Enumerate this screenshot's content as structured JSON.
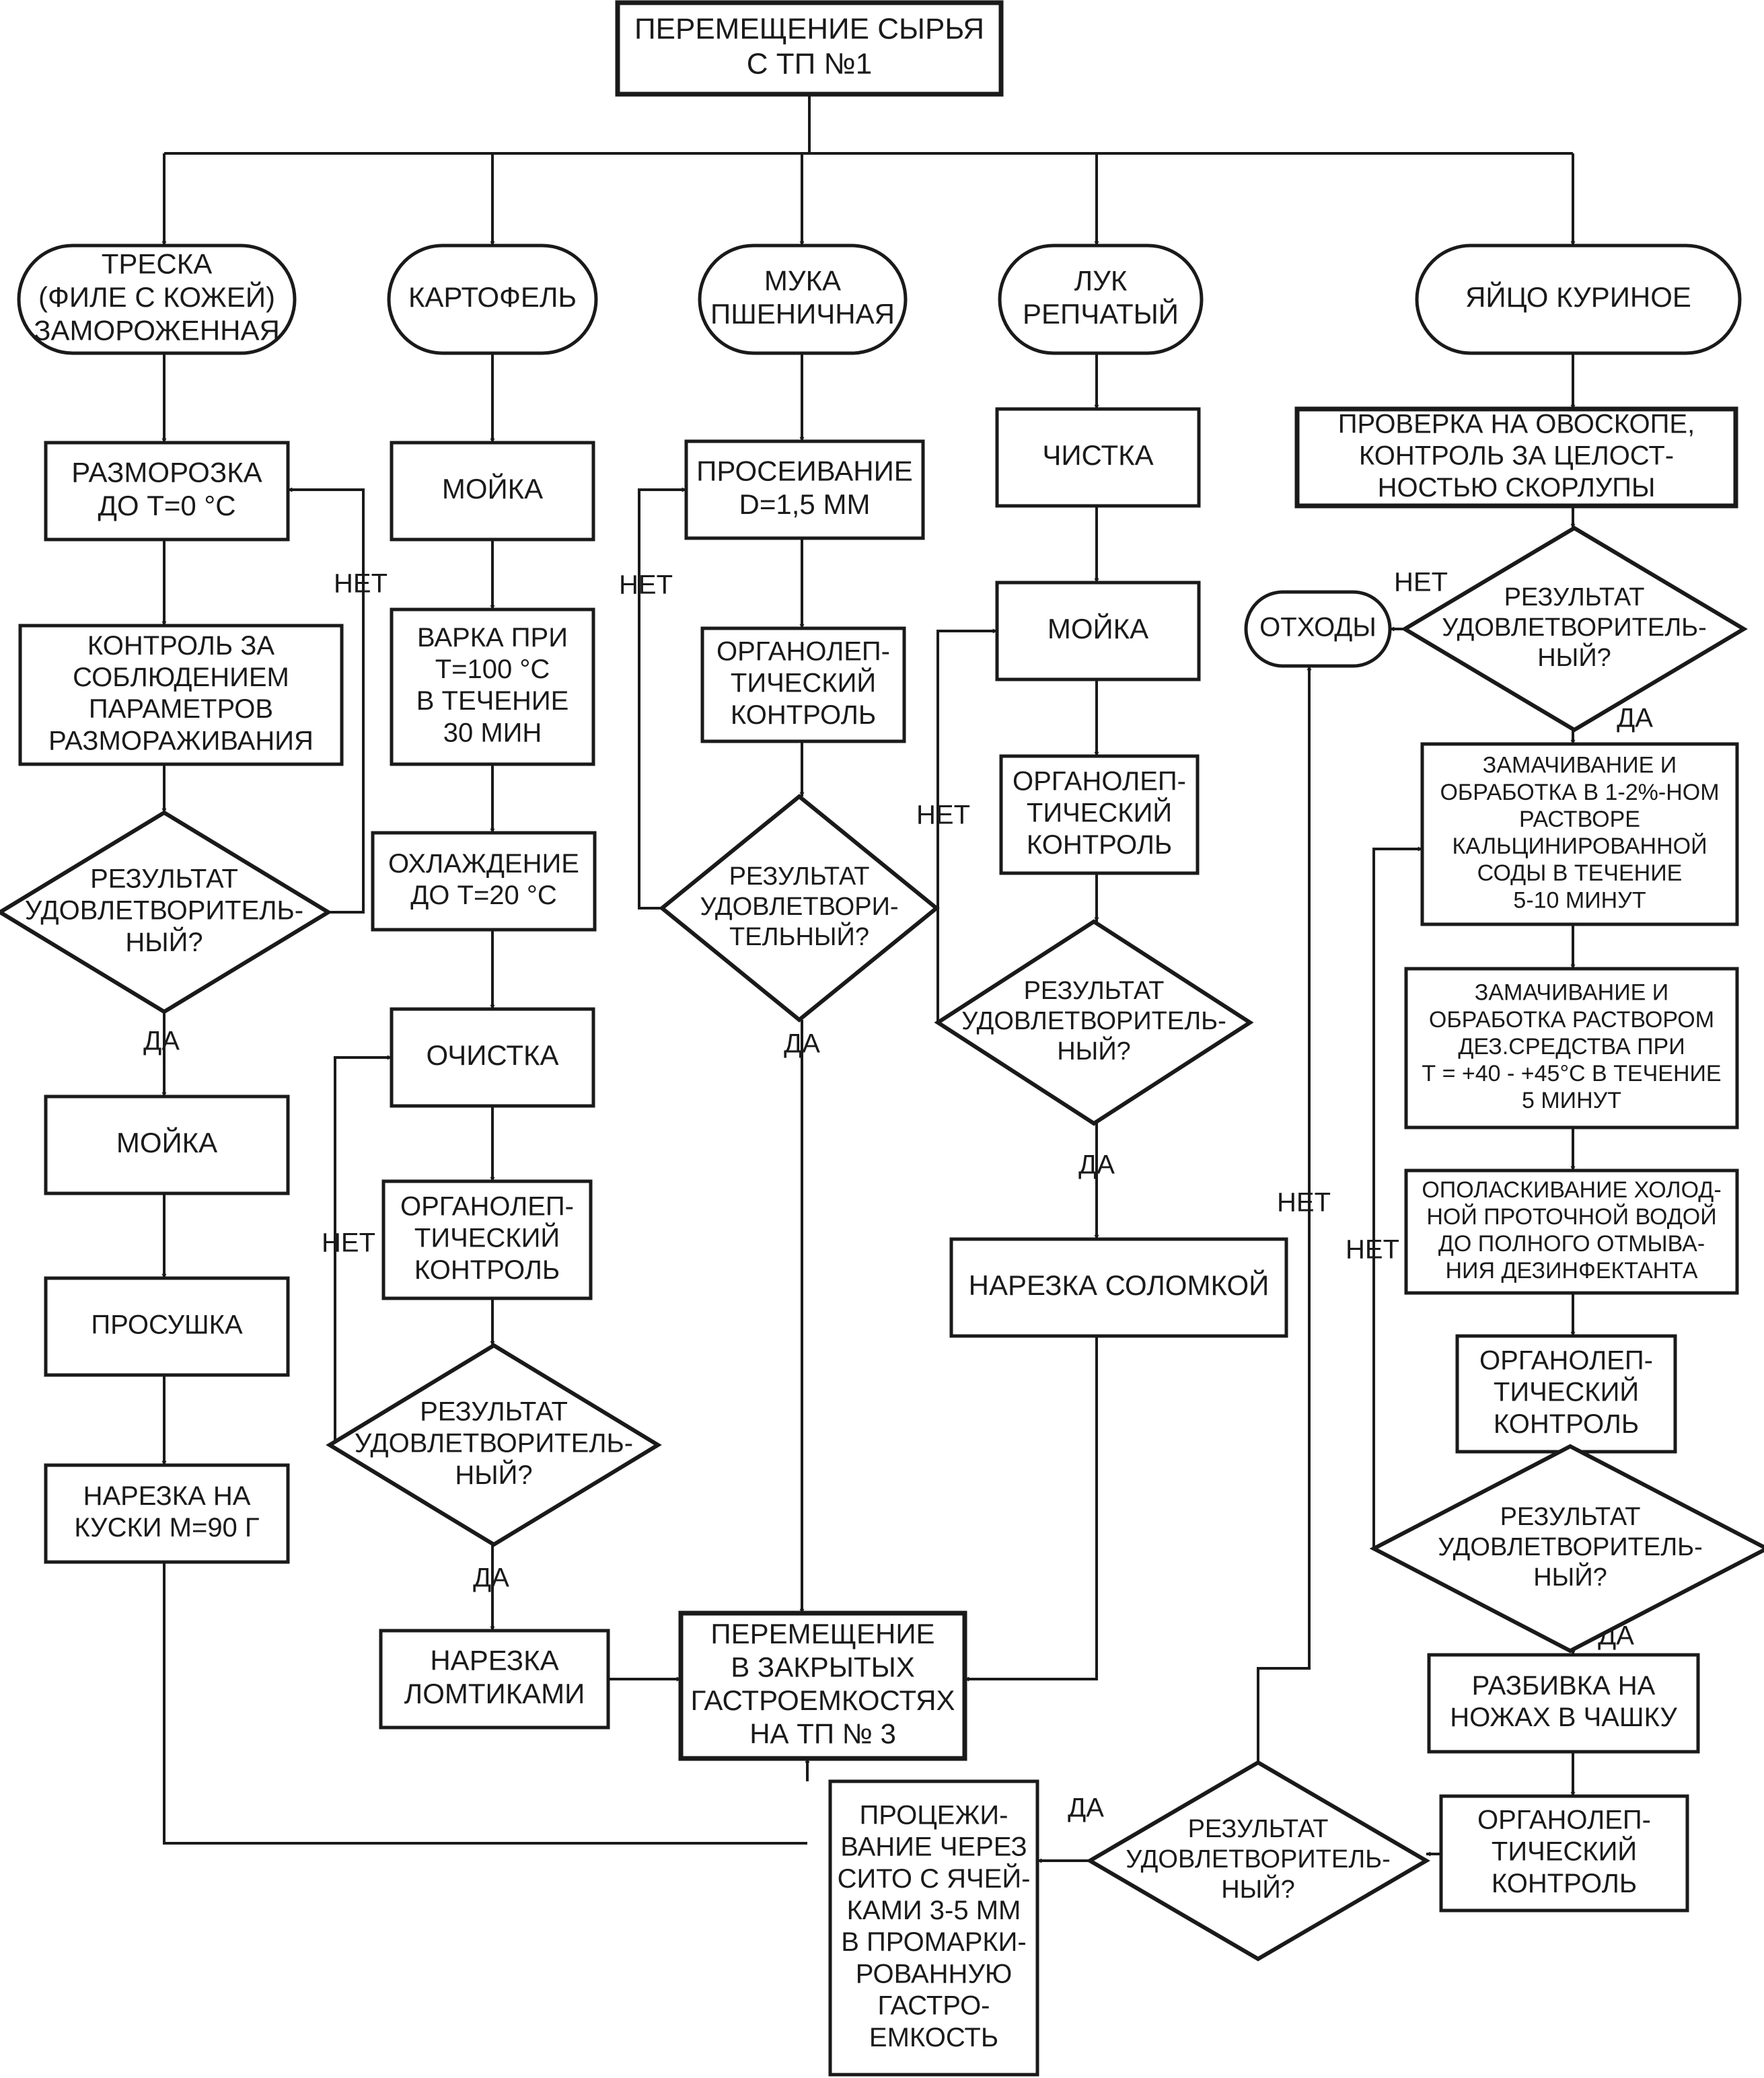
{
  "nodes": {
    "start": [
      "ПЕРЕМЕЩЕНИЕ СЫРЬЯ",
      "С ТП №1"
    ],
    "cod": [
      "ТРЕСКА",
      "(ФИЛЕ С КОЖЕЙ)",
      "ЗАМОРОЖЕННАЯ"
    ],
    "potato": [
      "КАРТОФЕЛЬ"
    ],
    "flour": [
      "МУКА",
      "ПШЕНИЧНАЯ"
    ],
    "onion": [
      "ЛУК",
      "РЕПЧАТЫЙ"
    ],
    "egg": [
      "ЯЙЦО КУРИНОЕ"
    ],
    "defrost": [
      "РАЗМОРОЗКА",
      "ДО Т=0 °С"
    ],
    "defrost_control": [
      "КОНТРОЛЬ ЗА",
      "СОБЛЮДЕНИЕМ",
      "ПАРАМЕТРОВ",
      "РАЗМОРАЖИВАНИЯ"
    ],
    "cod_check": [
      "РЕЗУЛЬТАТ",
      "УДОВЛЕТВОРИТЕЛЬ-",
      "НЫЙ?"
    ],
    "cod_wash": [
      "МОЙКА"
    ],
    "cod_dry": [
      "ПРОСУШКА"
    ],
    "cod_cut": [
      "НАРЕЗКА НА",
      "КУСКИ М=90 Г"
    ],
    "potato_wash": [
      "МОЙКА"
    ],
    "potato_boil": [
      "ВАРКА ПРИ",
      "Т=100 °С",
      "В ТЕЧЕНИЕ",
      "30 МИН"
    ],
    "potato_cool": [
      "ОХЛАЖДЕНИЕ",
      "ДО Т=20 °С"
    ],
    "potato_peel": [
      "ОЧИСТКА"
    ],
    "potato_org": [
      "ОРГАНОЛЕП-",
      "ТИЧЕСКИЙ",
      "КОНТРОЛЬ"
    ],
    "potato_check": [
      "РЕЗУЛЬТАТ",
      "УДОВЛЕТВОРИТЕЛЬ-",
      "НЫЙ?"
    ],
    "potato_slice": [
      "НАРЕЗКА",
      "ЛОМТИКАМИ"
    ],
    "flour_sift": [
      "ПРОСЕИВАНИЕ",
      "D=1,5 ММ"
    ],
    "flour_org": [
      "ОРГАНОЛЕП-",
      "ТИЧЕСКИЙ",
      "КОНТРОЛЬ"
    ],
    "flour_check": [
      "РЕЗУЛЬТАТ",
      "УДОВЛЕТВОРИ-",
      "ТЕЛЬНЫЙ?"
    ],
    "onion_clean": [
      "ЧИСТКА"
    ],
    "onion_wash": [
      "МОЙКА"
    ],
    "onion_org": [
      "ОРГАНОЛЕП-",
      "ТИЧЕСКИЙ",
      "КОНТРОЛЬ"
    ],
    "onion_check": [
      "РЕЗУЛЬТАТ",
      "УДОВЛЕТВОРИТЕЛЬ-",
      "НЫЙ?"
    ],
    "onion_cut": [
      "НАРЕЗКА СОЛОМКОЙ"
    ],
    "move_tp3": [
      "ПЕРЕМЕЩЕНИЕ",
      "В ЗАКРЫТЫХ",
      "ГАСТРОЕМКОСТЯХ",
      "НА ТП № 3"
    ],
    "egg_ovo": [
      "ПРОВЕРКА НА ОВОСКОПЕ,",
      "КОНТРОЛЬ ЗА ЦЕЛОСТ-",
      "НОСТЬЮ СКОРЛУПЫ"
    ],
    "egg_check1": [
      "РЕЗУЛЬТАТ",
      "УДОВЛЕТВОРИТЕЛЬ-",
      "НЫЙ?"
    ],
    "waste": [
      "ОТХОДЫ"
    ],
    "egg_soak1": [
      "ЗАМАЧИВАНИЕ И",
      "ОБРАБОТКА В 1-2%-НОМ",
      "РАСТВОРЕ",
      "КАЛЬЦИНИРОВАННОЙ",
      "СОДЫ В ТЕЧЕНИЕ",
      "5-10 МИНУТ"
    ],
    "egg_soak2": [
      "ЗАМАЧИВАНИЕ И",
      "ОБРАБОТКА РАСТВОРОМ",
      "ДЕЗ.СРЕДСТВА ПРИ",
      "Т = +40 - +45°С В ТЕЧЕНИЕ",
      "5 МИНУТ"
    ],
    "egg_rinse": [
      "ОПОЛАСКИВАНИЕ ХОЛОД-",
      "НОЙ ПРОТОЧНОЙ ВОДОЙ",
      "ДО ПОЛНОГО ОТМЫВА-",
      "НИЯ ДЕЗИНФЕКТАНТА"
    ],
    "egg_org1": [
      "ОРГАНОЛЕП-",
      "ТИЧЕСКИЙ",
      "КОНТРОЛЬ"
    ],
    "egg_check2": [
      "РЕЗУЛЬТАТ",
      "УДОВЛЕТВОРИТЕЛЬ-",
      "НЫЙ?"
    ],
    "egg_break": [
      "РАЗБИВКА НА",
      "НОЖАХ В ЧАШКУ"
    ],
    "egg_org2": [
      "ОРГАНОЛЕП-",
      "ТИЧЕСКИЙ",
      "КОНТРОЛЬ"
    ],
    "egg_check3": [
      "РЕЗУЛЬТАТ",
      "УДОВЛЕТВОРИТЕЛЬ-",
      "НЫЙ?"
    ],
    "egg_strain": [
      "ПРОЦЕЖИ-",
      "ВАНИЕ ЧЕРЕЗ",
      "СИТО С ЯЧЕЙ-",
      "КАМИ 3-5 ММ",
      "В ПРОМАРКИ-",
      "РОВАННУЮ",
      "ГАСТРО-",
      "ЕМКОСТЬ"
    ]
  },
  "edge_labels": {
    "cod_no": "НЕТ",
    "cod_yes": "ДА",
    "potato_no": "НЕТ",
    "potato_yes": "ДА",
    "flour_no": "НЕТ",
    "flour_yes": "ДА",
    "onion_no": "НЕТ",
    "onion_yes": "ДА",
    "egg1_no": "НЕТ",
    "egg1_yes": "ДА",
    "egg2_no": "НЕТ",
    "egg2_yes": "ДА",
    "egg3_no": "НЕТ",
    "egg3_yes": "ДА"
  }
}
